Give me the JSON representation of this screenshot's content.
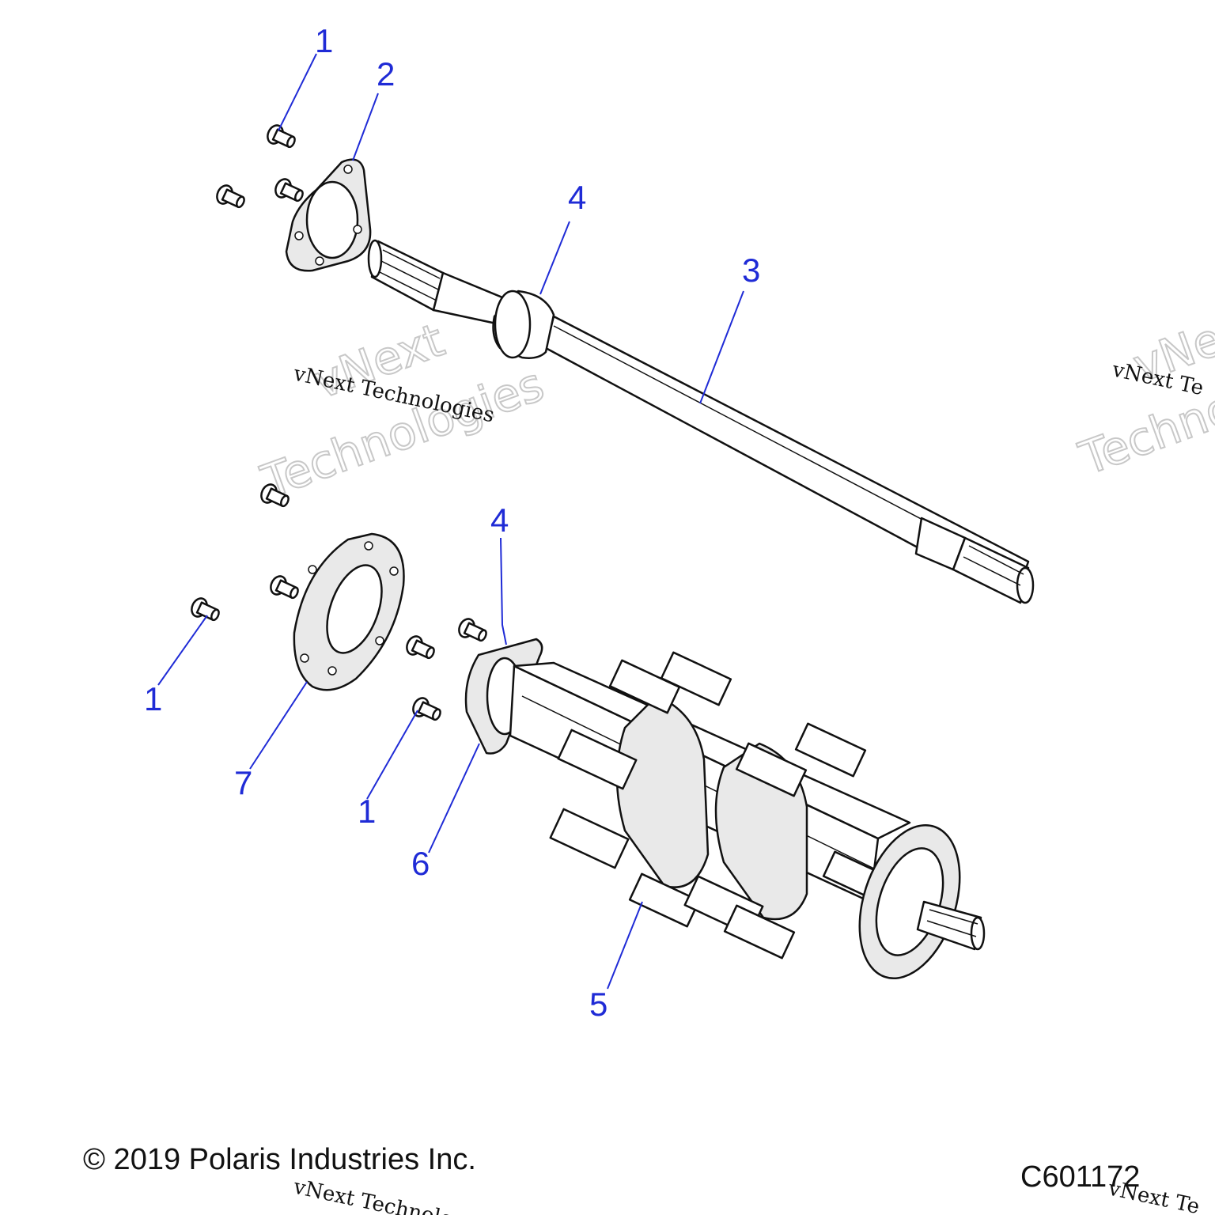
{
  "callouts": [
    {
      "label": "1"
    },
    {
      "label": "2"
    },
    {
      "label": "4"
    },
    {
      "label": "3"
    },
    {
      "label": "4"
    },
    {
      "label": "1"
    },
    {
      "label": "7"
    },
    {
      "label": "1"
    },
    {
      "label": "6"
    },
    {
      "label": "5"
    }
  ],
  "watermark": {
    "small_text": "vNext Technologies",
    "big_line1": "vNext",
    "big_line2": "Technologies",
    "right_small": "vNext Te",
    "right_big1": "vNe",
    "right_big2": "Technolo",
    "bottom_small": "vNext Technolo"
  },
  "footer": {
    "copyright": "© 2019 Polaris Industries Inc.",
    "figure_code": "C601172"
  }
}
